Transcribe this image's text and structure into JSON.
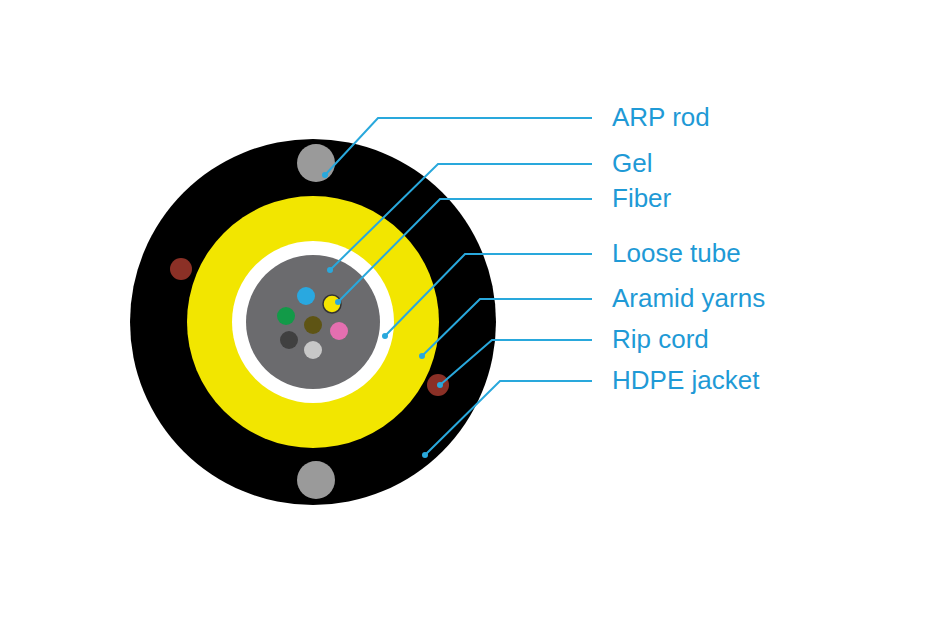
{
  "diagram": {
    "labels": [
      "ARP rod",
      "Gel",
      "Fiber",
      "Loose tube",
      "Aramid yarns",
      "Rip cord",
      "HDPE jacket"
    ]
  }
}
